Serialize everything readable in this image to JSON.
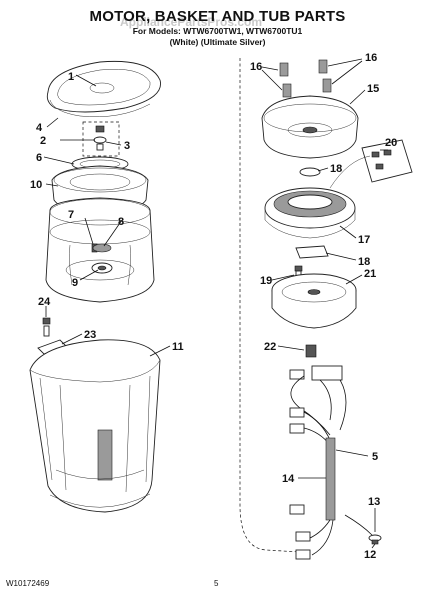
{
  "header": {
    "title": "MOTOR, BASKET AND TUB PARTS",
    "models": "For Models: WTW6700TW1, WTW6700TU1",
    "colors": "(White)      (Ultimate Silver)",
    "watermark": "AppliancePartsPros.com"
  },
  "footer": {
    "doc_number": "W10172469",
    "page": "5"
  },
  "callouts": {
    "c1": "1",
    "c2": "2",
    "c3": "3",
    "c4": "4",
    "c5": "5",
    "c6": "6",
    "c7": "7",
    "c8": "8",
    "c9": "9",
    "c10": "10",
    "c11": "11",
    "c12": "12",
    "c13": "13",
    "c14": "14",
    "c15": "15",
    "c16a": "16",
    "c16b": "16",
    "c17": "17",
    "c18a": "18",
    "c18b": "18",
    "c19": "19",
    "c20": "20",
    "c21": "21",
    "c22": "22",
    "c23": "23",
    "c24": "24"
  }
}
